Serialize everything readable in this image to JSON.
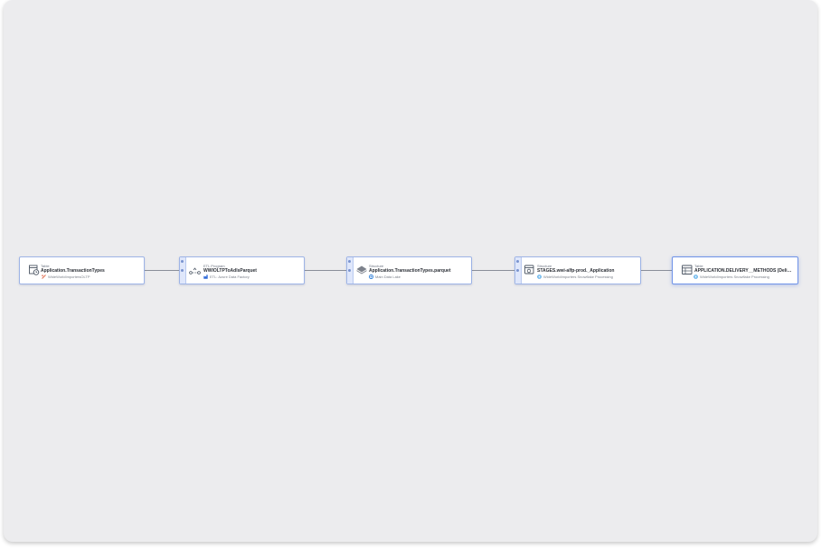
{
  "nodes": [
    {
      "type": "Table",
      "name": "Application.TransactionTypes",
      "source": "WideWorldImportersOLTP",
      "icon": "table-icon",
      "source_icon": "database-icon"
    },
    {
      "type": "ETL Program",
      "name": "WWIOLTPToAdlsParquet",
      "source": "ETL: Azure Data Factory",
      "icon": "etl-pipeline-icon",
      "source_icon": "azure-data-factory-icon"
    },
    {
      "type": "Structure",
      "name": "Application.TransactionTypes.parquet",
      "source": "Main Data Lake",
      "icon": "data-lake-structure-icon",
      "source_icon": "data-lake-icon"
    },
    {
      "type": "Structure",
      "name": "STAGES.wwi-alfp-prod._Application",
      "source": "WideWorldImporters Snowflake Processing",
      "icon": "stage-structure-icon",
      "source_icon": "snowflake-icon"
    },
    {
      "type": "Table",
      "name": "APPLICATION.DELIVERY__METHODS (Delivery ...",
      "source": "WideWorldImporters Snowflake Processing",
      "icon": "table-icon",
      "source_icon": "snowflake-icon"
    }
  ],
  "colors": {
    "canvas": "#ececee",
    "node_border": "#9eb4e6",
    "selected_border": "#6f93e8",
    "edge": "#8a8f99"
  }
}
